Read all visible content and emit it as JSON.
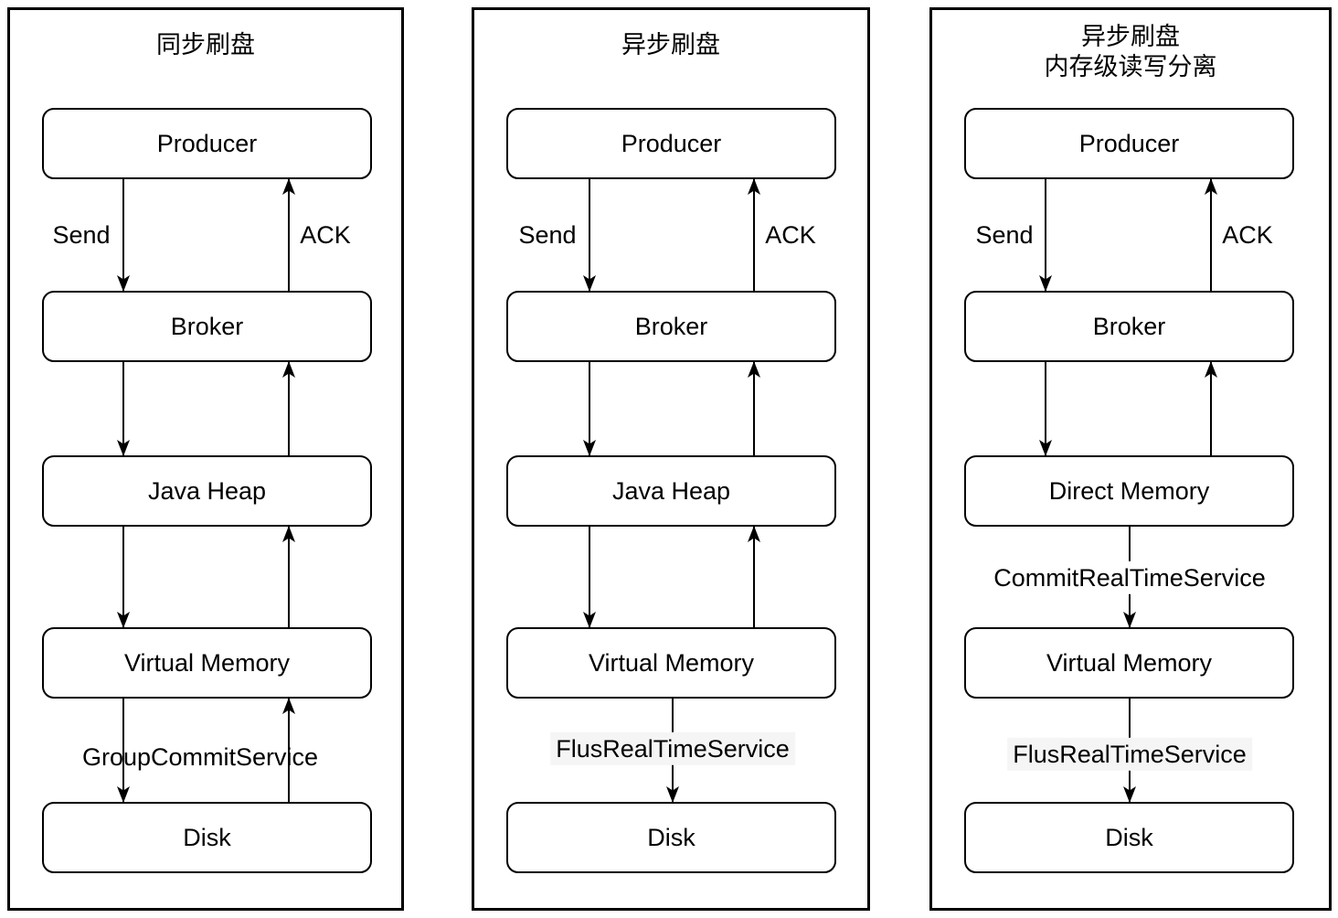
{
  "colors": {
    "stroke": "#000000",
    "background": "#ffffff",
    "flush_label_highlight": "#f5f5f5"
  },
  "panels": [
    {
      "id": "sync-flush",
      "title_lines": [
        "同步刷盘"
      ],
      "boxes": [
        {
          "label": "Producer"
        },
        {
          "label": "Broker"
        },
        {
          "label": "Java Heap"
        },
        {
          "label": "Virtual Memory"
        },
        {
          "label": "Disk"
        }
      ],
      "edge_labels": {
        "send": "Send",
        "ack": "ACK",
        "flush": "GroupCommitService"
      },
      "connections": [
        {
          "from": "Producer",
          "to": "Broker",
          "label": "Send"
        },
        {
          "from": "Broker",
          "to": "Producer",
          "label": "ACK"
        },
        {
          "from": "Broker",
          "to": "Java Heap"
        },
        {
          "from": "Java Heap",
          "to": "Broker"
        },
        {
          "from": "Java Heap",
          "to": "Virtual Memory"
        },
        {
          "from": "Virtual Memory",
          "to": "Java Heap"
        },
        {
          "from": "Virtual Memory",
          "to": "Disk",
          "label": "GroupCommitService"
        },
        {
          "from": "Disk",
          "to": "Virtual Memory"
        }
      ]
    },
    {
      "id": "async-flush",
      "title_lines": [
        "异步刷盘"
      ],
      "boxes": [
        {
          "label": "Producer"
        },
        {
          "label": "Broker"
        },
        {
          "label": "Java Heap"
        },
        {
          "label": "Virtual Memory"
        },
        {
          "label": "Disk"
        }
      ],
      "edge_labels": {
        "send": "Send",
        "ack": "ACK",
        "flush": "FlusRealTimeService"
      },
      "connections": [
        {
          "from": "Producer",
          "to": "Broker",
          "label": "Send"
        },
        {
          "from": "Broker",
          "to": "Producer",
          "label": "ACK"
        },
        {
          "from": "Broker",
          "to": "Java Heap"
        },
        {
          "from": "Java Heap",
          "to": "Broker"
        },
        {
          "from": "Java Heap",
          "to": "Virtual Memory"
        },
        {
          "from": "Virtual Memory",
          "to": "Java Heap"
        },
        {
          "from": "Virtual Memory",
          "to": "Disk",
          "label": "FlusRealTimeService"
        }
      ]
    },
    {
      "id": "async-flush-rw-split",
      "title_lines": [
        "异步刷盘",
        "内存级读写分离"
      ],
      "boxes": [
        {
          "label": "Producer"
        },
        {
          "label": "Broker"
        },
        {
          "label": "Direct Memory"
        },
        {
          "label": "Virtual Memory"
        },
        {
          "label": "Disk"
        }
      ],
      "edge_labels": {
        "send": "Send",
        "ack": "ACK",
        "commit": "CommitRealTimeService",
        "flush": "FlusRealTimeService"
      },
      "connections": [
        {
          "from": "Producer",
          "to": "Broker",
          "label": "Send"
        },
        {
          "from": "Broker",
          "to": "Producer",
          "label": "ACK"
        },
        {
          "from": "Broker",
          "to": "Direct Memory"
        },
        {
          "from": "Direct Memory",
          "to": "Broker"
        },
        {
          "from": "Direct Memory",
          "to": "Virtual Memory",
          "label": "CommitRealTimeService"
        },
        {
          "from": "Virtual Memory",
          "to": "Disk",
          "label": "FlusRealTimeService"
        }
      ]
    }
  ]
}
